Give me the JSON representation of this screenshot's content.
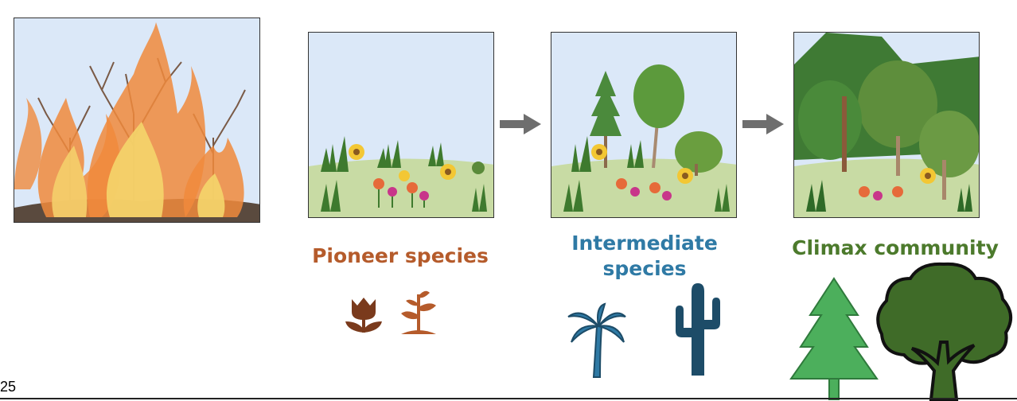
{
  "stages": {
    "pioneer": {
      "label": "Pioneer species",
      "color": "#b55b2b"
    },
    "intermediate": {
      "label_line1": "Intermediate",
      "label_line2": "species",
      "color": "#2f7aa5"
    },
    "climax": {
      "label": "Climax community",
      "color": "#4c7a2c"
    }
  },
  "icons": [
    "tulip-icon",
    "sprout-icon",
    "palm-tree-icon",
    "cactus-icon",
    "pine-tree-icon",
    "oak-tree-icon"
  ],
  "page_number": "25"
}
